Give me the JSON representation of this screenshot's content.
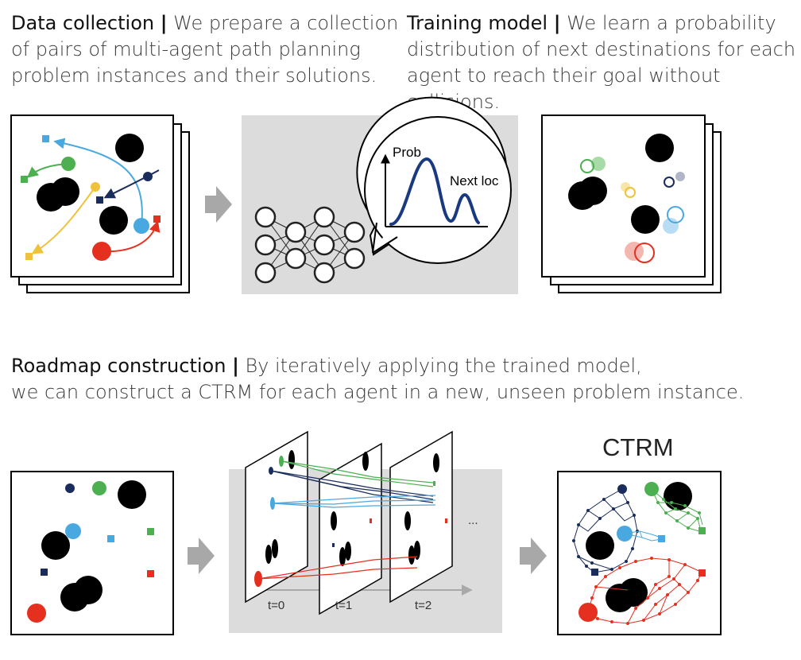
{
  "captions": {
    "data_collection": {
      "heading": "Data collection",
      "separator": "|",
      "line1": "We prepare a collection",
      "line2": "of pairs of multi-agent path planning",
      "line3": "problem instances and their solutions."
    },
    "training_model": {
      "heading": "Training model",
      "separator": "|",
      "line1": "We learn a probability",
      "line2": "distribution of next destinations for each",
      "line3": "agent to reach their goal without collisions."
    },
    "roadmap_construction": {
      "heading": "Roadmap construction",
      "separator": "|",
      "line1": "By iteratively applying the trained model,",
      "line2": "we can construct a CTRM for each agent in a new, unseen problem instance."
    }
  },
  "model_bubble": {
    "y_label": "Prob",
    "x_label": "Next loc"
  },
  "timesteps": {
    "t0": "t=0",
    "t1": "t=1",
    "t2": "t=2",
    "ellipsis": "..."
  },
  "ctrm_title": "CTRM",
  "colors": {
    "navy": "#1a2c5b",
    "green": "#4caf50",
    "sky": "#4aa8e0",
    "yellow": "#f0c23c",
    "red": "#e53020",
    "obstacle": "#000000",
    "arrow_gray": "#a8a8a8",
    "panel_gray": "#dcdcdc"
  }
}
